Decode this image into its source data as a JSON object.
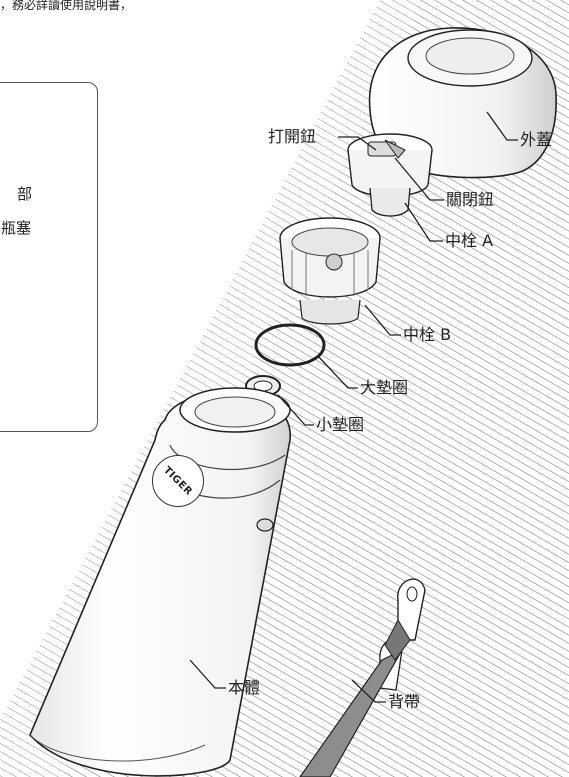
{
  "header_note": "，務必詳讀使用說明書，",
  "info_box": {
    "lines": [
      "部",
      "瓶塞"
    ]
  },
  "brand_logo": "TIGER",
  "labels": {
    "outer_cap": "外蓋",
    "open_button": "打開鈕",
    "close_button": "關閉鈕",
    "stopper_a": "中栓 A",
    "stopper_b": "中栓 B",
    "large_gasket": "大墊圈",
    "small_gasket": "小墊圈",
    "body": "本體",
    "strap": "背帶"
  },
  "colors": {
    "stripe": "#9a9a9a",
    "line": "#222222"
  }
}
